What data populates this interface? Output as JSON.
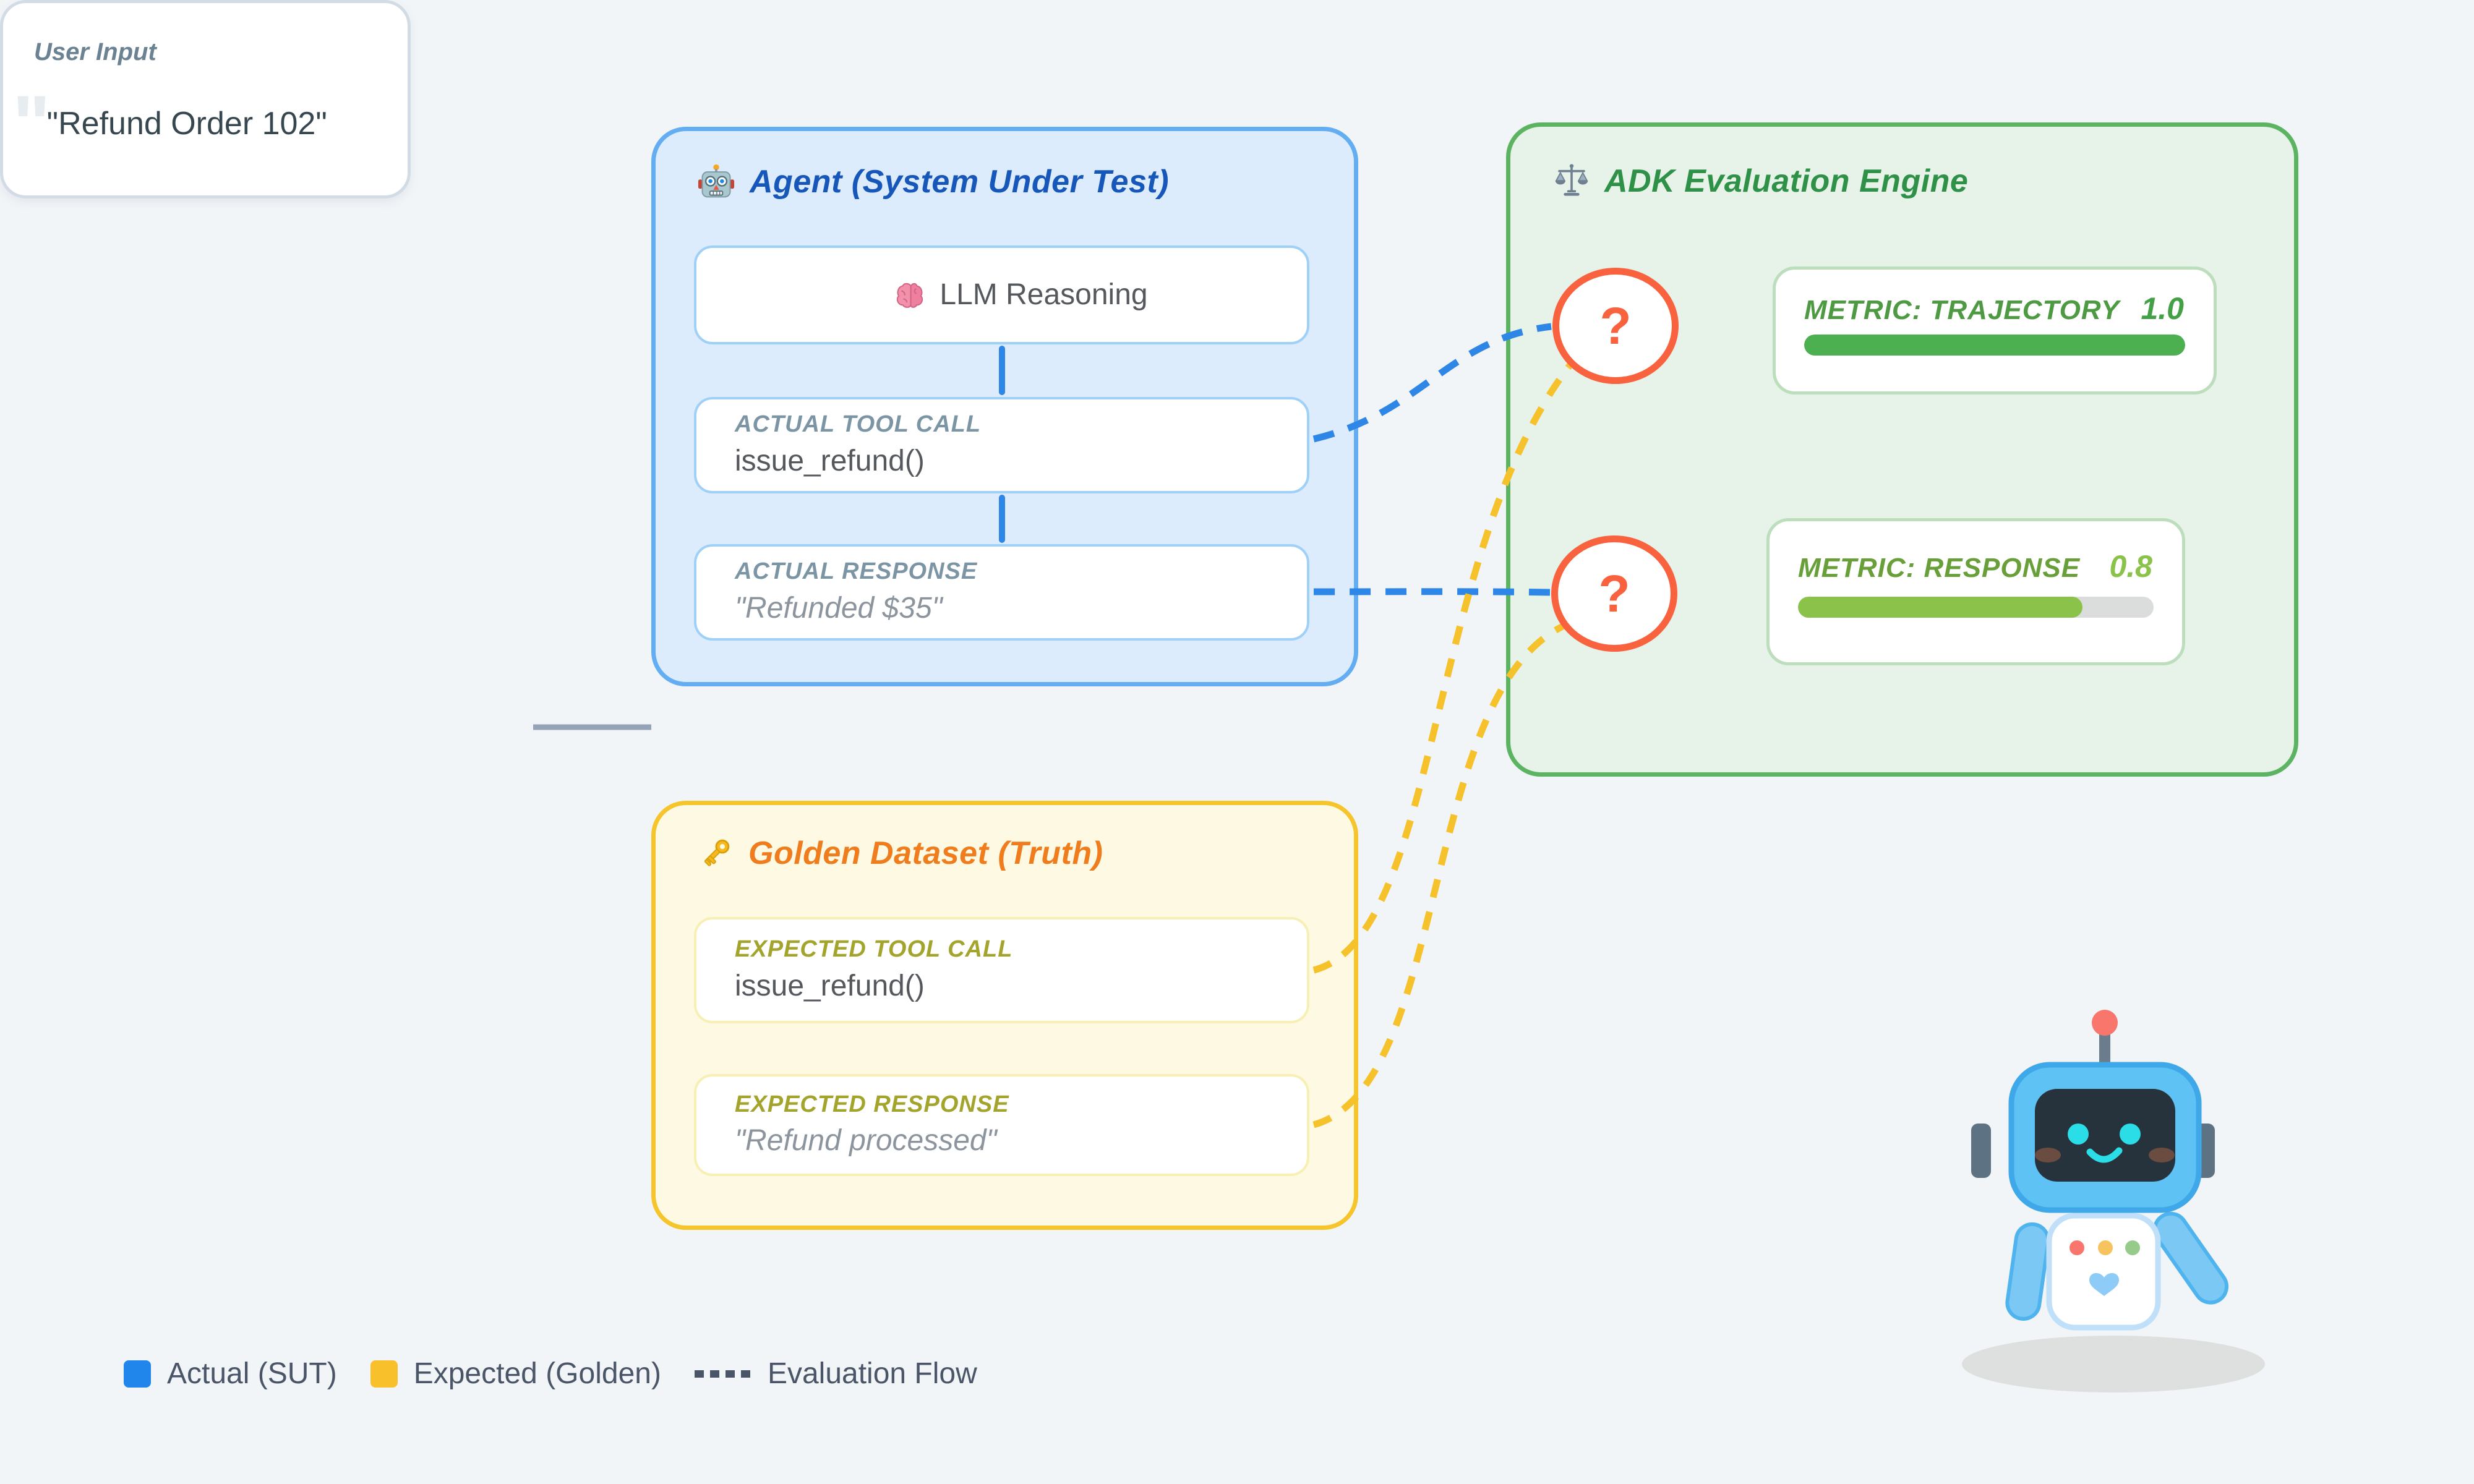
{
  "user_input": {
    "label": "User Input",
    "ghost_quote": "\"",
    "value": "\"Refund Order 102\""
  },
  "agent": {
    "icon": "robot-emoji-icon",
    "title": "Agent (System Under Test)",
    "reasoning_card": {
      "icon": "brain-icon",
      "label": "LLM Reasoning"
    },
    "tool_call_card": {
      "label": "ACTUAL TOOL CALL",
      "value": "issue_refund()"
    },
    "response_card": {
      "label": "ACTUAL RESPONSE",
      "value": "\"Refunded $35\""
    }
  },
  "golden": {
    "icon": "key-icon",
    "title": "Golden Dataset (Truth)",
    "tool_call_card": {
      "label": "EXPECTED TOOL CALL",
      "value": "issue_refund()"
    },
    "response_card": {
      "label": "EXPECTED RESPONSE",
      "value": "\"Refund processed\""
    }
  },
  "engine": {
    "icon": "scales-icon",
    "title": "ADK Evaluation Engine",
    "question_mark": "?",
    "metrics": [
      {
        "label": "METRIC: TRAJECTORY",
        "value": "1.0",
        "percent": 100,
        "bar_style": "width:100%;background:#4caf50",
        "label_style": "color:#4e9a42",
        "value_style": "color:#43a047"
      },
      {
        "label": "METRIC: RESPONSE",
        "value": "0.8",
        "percent": 80,
        "bar_style": "width:80%;background:#8bc34a",
        "label_style": "color:#689f38",
        "value_style": "color:#8bc34a"
      }
    ]
  },
  "legend": {
    "items": [
      {
        "label": "Actual (SUT)",
        "swatch_style": "background:#2186eb"
      },
      {
        "label": "Expected (Golden)",
        "swatch_style": "background:#f8c12c"
      },
      {
        "label": "Evaluation Flow",
        "swatch_style": "dashed-line"
      }
    ]
  },
  "colors": {
    "background": "#f2f5f8",
    "actual_flow_blue": "#2e86e6",
    "expected_flow_yellow": "#f5c22b",
    "agent_fill": "#dcecfd",
    "agent_border": "#63adf2",
    "agent_title": "#1757ba",
    "golden_fill": "#fdf9e2",
    "golden_border": "#f5c52b",
    "golden_title": "#ef7d1d",
    "engine_fill": "#e7f2e8",
    "engine_border": "#5cb463",
    "engine_title": "#2e9147",
    "question_accent": "#f9623e",
    "connector_gray": "#94a3b8"
  }
}
